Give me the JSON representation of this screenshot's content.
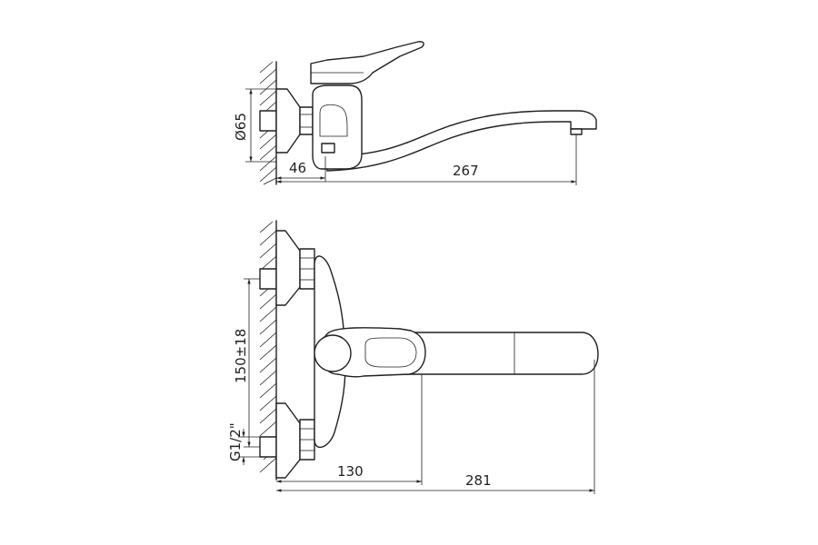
{
  "dimensions": {
    "side_view": {
      "diameter": "Ø65",
      "wall_offset": "46",
      "spout_reach": "267"
    },
    "top_view": {
      "thread": "G1/2\"",
      "center_distance": "150±18",
      "body_depth": "130",
      "total_reach": "281"
    }
  },
  "colors": {
    "line": "#231f20",
    "background": "#ffffff"
  }
}
